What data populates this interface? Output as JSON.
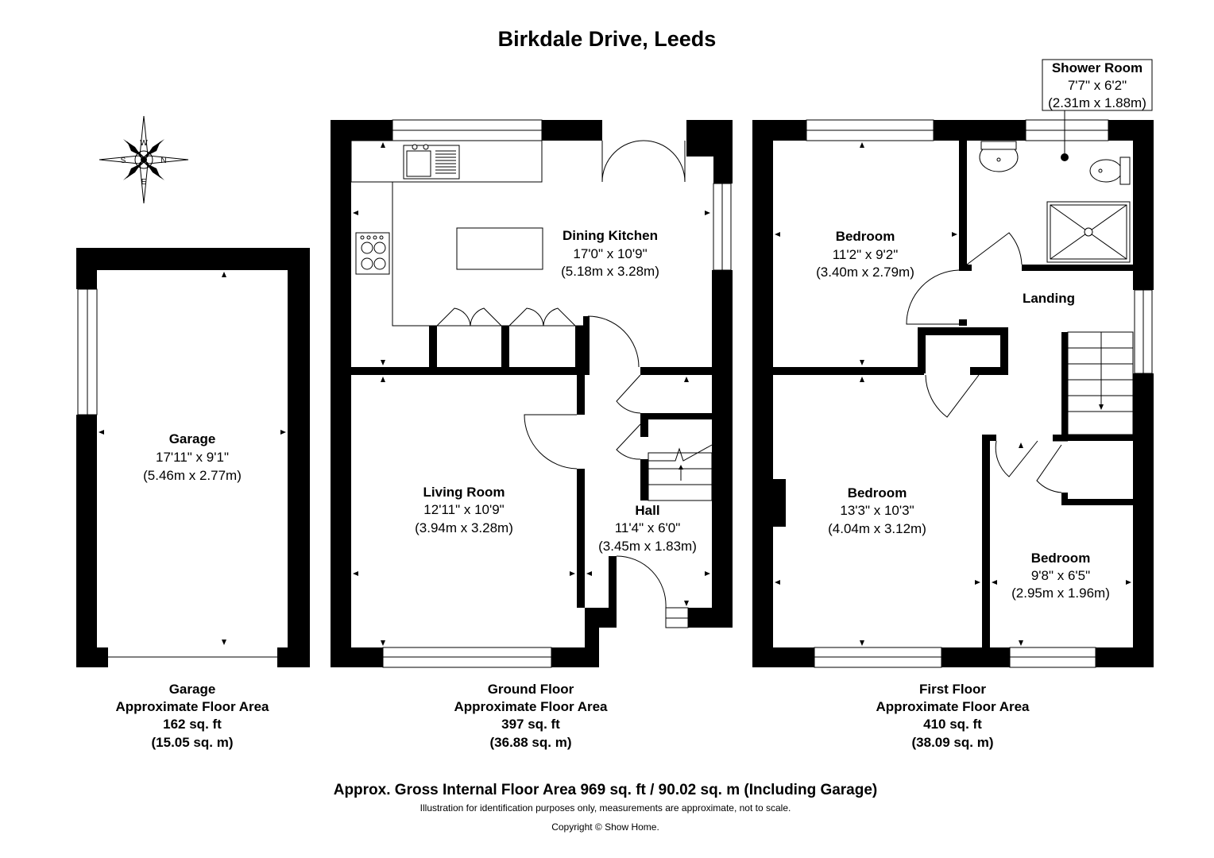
{
  "title": "Birkdale Drive, Leeds",
  "compass": {
    "n": "N",
    "e": "E",
    "s": "S",
    "w": "W"
  },
  "rooms": {
    "garage": {
      "name": "Garage",
      "imperial": "17'11\" x 9'1\"",
      "metric": "(5.46m x 2.77m)"
    },
    "dining_kitchen": {
      "name": "Dining Kitchen",
      "imperial": "17'0\" x 10'9\"",
      "metric": "(5.18m x 3.28m)"
    },
    "living_room": {
      "name": "Living Room",
      "imperial": "12'11\" x 10'9\"",
      "metric": "(3.94m x 3.28m)"
    },
    "hall": {
      "name": "Hall",
      "imperial": "11'4\" x 6'0\"",
      "metric": "(3.45m x 1.83m)"
    },
    "bedroom_1": {
      "name": "Bedroom",
      "imperial": "11'2\" x 9'2\"",
      "metric": "(3.40m x 2.79m)"
    },
    "bedroom_2": {
      "name": "Bedroom",
      "imperial": "13'3\" x 10'3\"",
      "metric": "(4.04m x 3.12m)"
    },
    "bedroom_3": {
      "name": "Bedroom",
      "imperial": "9'8\" x 6'5\"",
      "metric": "(2.95m x 1.96m)"
    },
    "shower_room": {
      "name": "Shower Room",
      "imperial": "7'7\" x 6'2\"",
      "metric": "(2.31m x 1.88m)"
    },
    "landing": {
      "name": "Landing"
    }
  },
  "floors": {
    "garage": {
      "name": "Garage",
      "label": "Approximate Floor Area",
      "sqft": "162 sq. ft",
      "sqm": "(15.05 sq. m)"
    },
    "ground": {
      "name": "Ground Floor",
      "label": "Approximate Floor Area",
      "sqft": "397 sq. ft",
      "sqm": "(36.88 sq. m)"
    },
    "first": {
      "name": "First Floor",
      "label": "Approximate Floor Area",
      "sqft": "410 sq. ft",
      "sqm": "(38.09 sq. m)"
    }
  },
  "footer": {
    "gross": "Approx. Gross Internal Floor Area 969 sq. ft / 90.02 sq. m (Including Garage)",
    "disclaimer": "Illustration for identification purposes only, measurements are approximate, not to scale.",
    "copyright": "Copyright © Show Home."
  }
}
